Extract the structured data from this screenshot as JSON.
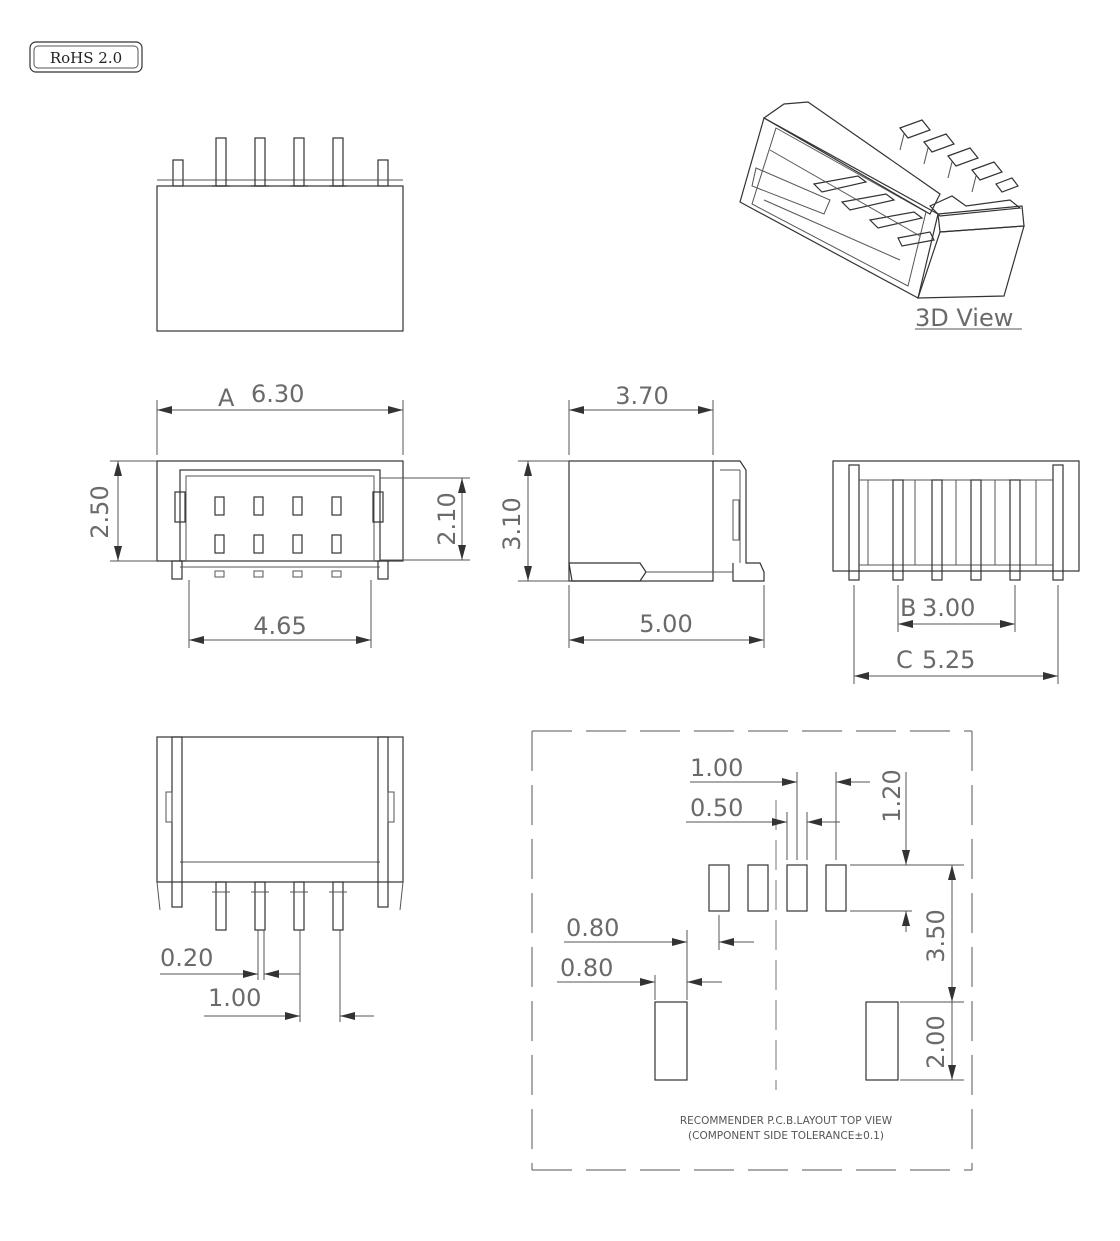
{
  "badge": "RoHS 2.0",
  "view_3d_label": "3D View",
  "dimensions": {
    "a_prefix": "A",
    "a_value": "6.30",
    "height_250": "2.50",
    "height_210": "2.10",
    "width_465": "4.65",
    "depth_370": "3.70",
    "height_310": "3.10",
    "length_500": "5.00",
    "b_prefix": "B",
    "b_value": "3.00",
    "c_prefix": "C",
    "c_value": "5.25",
    "pin_width_020": "0.20",
    "pitch_100": "1.00"
  },
  "pcb_layout": {
    "pitch": "1.00",
    "pad_width": "0.50",
    "pad_offset": "1.20",
    "pad_length": "3.50",
    "mount_gap_a": "0.80",
    "mount_gap_b": "0.80",
    "mount_length": "2.00",
    "caption_line1": "RECOMMENDER P.C.B.LAYOUT TOP VIEW",
    "caption_line2": "(COMPONENT SIDE TOLERANCE±0.1)"
  }
}
